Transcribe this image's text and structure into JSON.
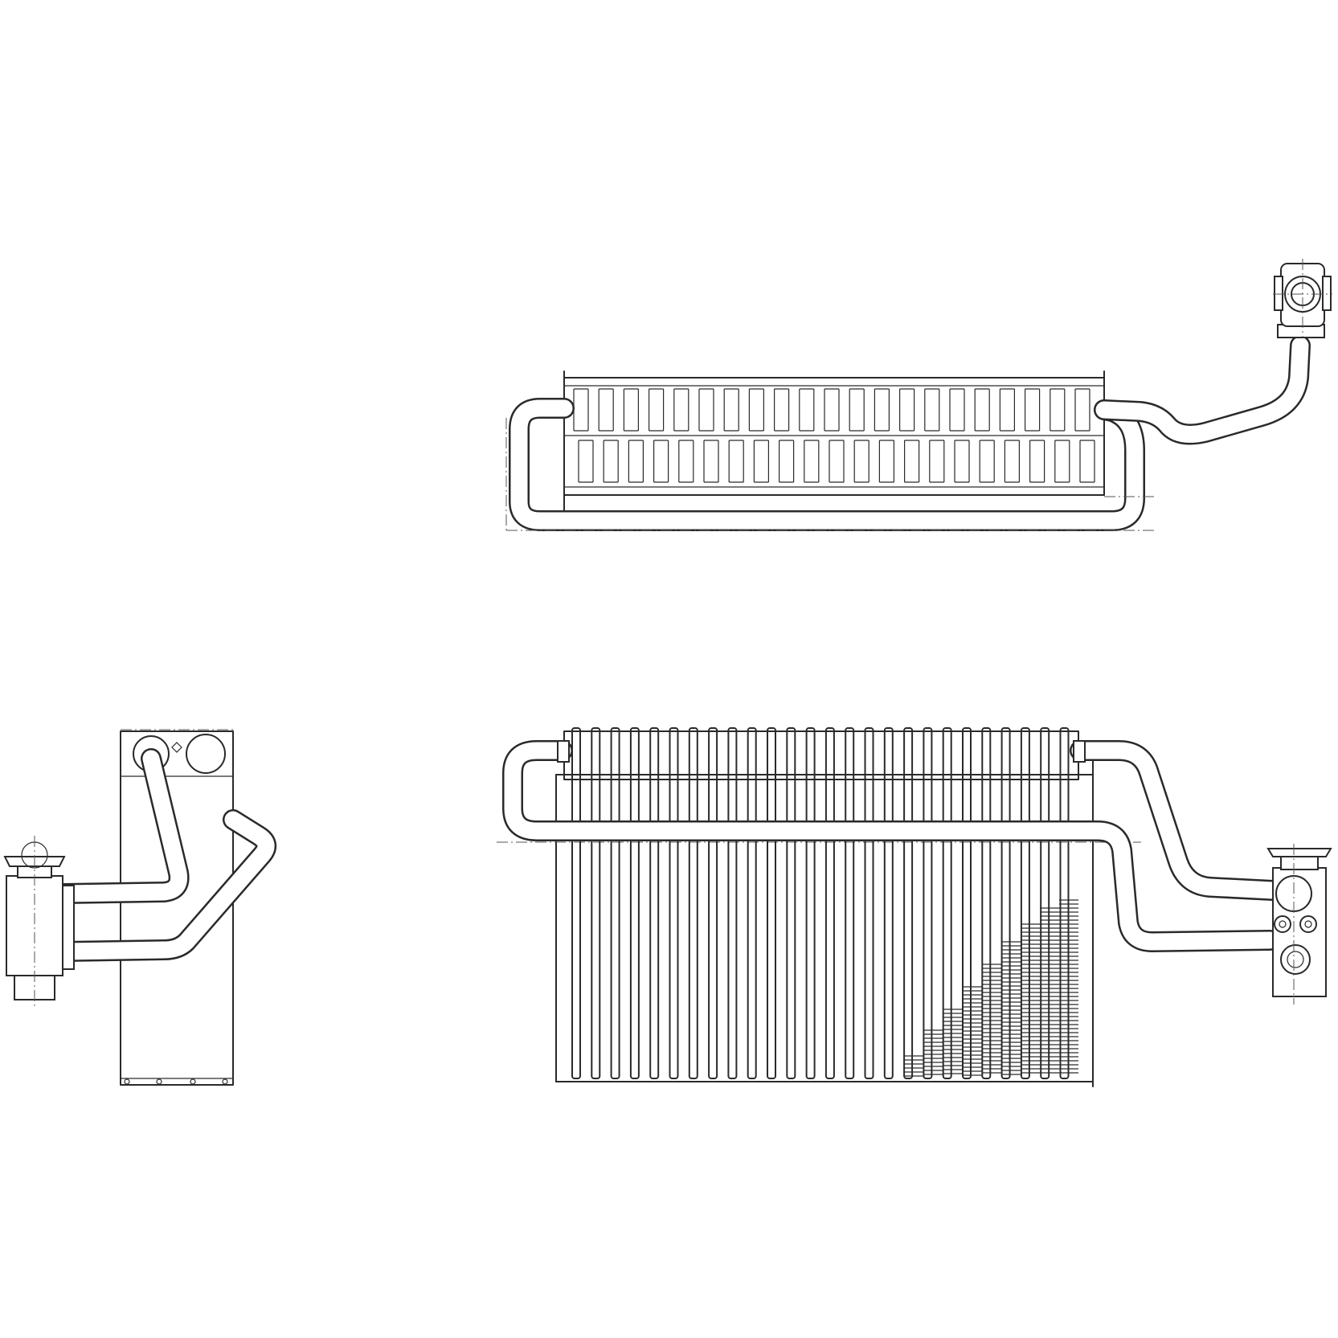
{
  "drawing": {
    "colors": {
      "line": "#2a2a2a",
      "paper": "#ffffff"
    },
    "views": [
      {
        "id": "top-view"
      },
      {
        "id": "side-view"
      },
      {
        "id": "front-view"
      }
    ]
  }
}
